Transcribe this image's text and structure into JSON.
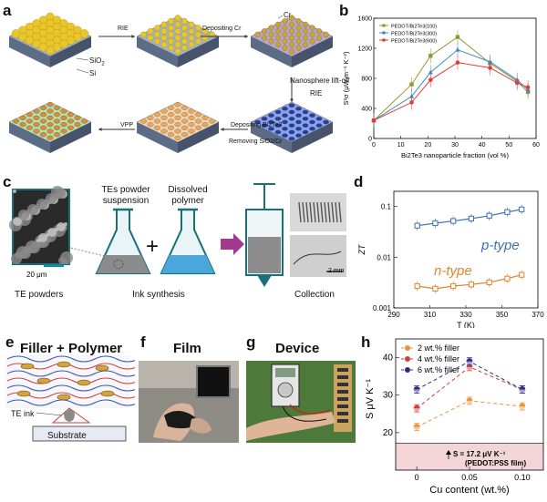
{
  "panel_letters": [
    "a",
    "b",
    "c",
    "d",
    "e",
    "f",
    "g",
    "h"
  ],
  "panel_a": {
    "labels": {
      "sio2": "SiO",
      "sio2_sub": "2",
      "si": "Si",
      "cr": "Cr",
      "rie1": "RIE",
      "depositing_cr": "Depositing Cr",
      "lift_off": "Nanosphere lift-off",
      "rie2": "RIE",
      "depositing_bi2te3": "Depositing Bi",
      "bi2te3_tail": "2Te3",
      "removing": "Removing SiO",
      "removing_tail": "2/Cr",
      "vpp": "VPP"
    },
    "colors": {
      "sphere": "#e9c62a",
      "base_top": "#9db2cf",
      "base_side": "#5c6c85",
      "purple": "#b4a8de",
      "lattice": "#8aa4ec",
      "orange": "#e8a862",
      "green": "#b6e3b5"
    }
  },
  "chart_data": [
    {
      "type": "line",
      "id": "b",
      "xlabel": "Bi2Te3 nanoparticle fraction (vol %)",
      "ylabel": "S²σ (μW m⁻¹ K⁻²)",
      "xlim": [
        0,
        60
      ],
      "ylim": [
        0,
        1600
      ],
      "xticks": [
        0,
        10,
        20,
        30,
        40,
        50,
        60
      ],
      "yticks": [
        0,
        400,
        800,
        1200,
        1600
      ],
      "legend_position": "top-left",
      "series": [
        {
          "name": "PEDOT/Bi2Te3(100)",
          "color": "#8a9a2f",
          "x": [
            0,
            14,
            21,
            31,
            43,
            53,
            57
          ],
          "y": [
            240,
            720,
            1100,
            1350,
            1000,
            760,
            620
          ]
        },
        {
          "name": "PEDOT/Bi2Te3(300)",
          "color": "#3d8bc2",
          "x": [
            0,
            14,
            21,
            31,
            43,
            53,
            57
          ],
          "y": [
            240,
            560,
            880,
            1180,
            1020,
            780,
            650
          ]
        },
        {
          "name": "PEDOT/Bi2Te3(600)",
          "color": "#e33b3b",
          "x": [
            0,
            14,
            21,
            31,
            43,
            53,
            57
          ],
          "y": [
            240,
            480,
            780,
            1010,
            940,
            740,
            680
          ]
        }
      ]
    },
    {
      "type": "scatter",
      "id": "d",
      "xlabel": "T (K)",
      "ylabel": "ZT",
      "xlim": [
        290,
        370
      ],
      "ylim": [
        0.001,
        0.2
      ],
      "log_y": true,
      "xticks": [
        290,
        310,
        330,
        350,
        370
      ],
      "yticks": [
        0.001,
        0.01,
        0.1
      ],
      "ytick_labels": [
        "0.001",
        "0.01",
        "0.1"
      ],
      "series": [
        {
          "name": "p-type",
          "color": "#3f6fb0",
          "x": [
            303,
            313,
            323,
            333,
            343,
            353,
            361
          ],
          "y": [
            0.042,
            0.047,
            0.052,
            0.058,
            0.066,
            0.078,
            0.088
          ]
        },
        {
          "name": "n-type",
          "color": "#e0842c",
          "x": [
            303,
            313,
            323,
            333,
            343,
            353,
            361
          ],
          "y": [
            0.0027,
            0.0024,
            0.0027,
            0.0029,
            0.0032,
            0.0038,
            0.0045
          ]
        }
      ]
    },
    {
      "type": "line",
      "id": "h",
      "xlabel": "Cu content (wt.%)",
      "ylabel": "S μV K⁻¹",
      "xlim": [
        -0.02,
        0.12
      ],
      "ylim": [
        10,
        45
      ],
      "xticks": [
        0,
        0.05,
        0.1
      ],
      "xtick_labels": [
        "0",
        "0.05",
        "0.10"
      ],
      "yticks": [
        20,
        30,
        40
      ],
      "legend_position": "top-left",
      "series": [
        {
          "name": "2 wt.% filler",
          "color": "#e8923a",
          "x": [
            0,
            0.05,
            0.1
          ],
          "y": [
            21.5,
            28.5,
            27
          ]
        },
        {
          "name": "4 wt.% filler",
          "color": "#cf3c3c",
          "x": [
            0,
            0.05,
            0.1
          ],
          "y": [
            26.5,
            37.5,
            31.5
          ]
        },
        {
          "name": "6 wt.% filler",
          "color": "#2c2c8a",
          "x": [
            0,
            0.05,
            0.1
          ],
          "y": [
            31.5,
            39,
            31.5
          ]
        }
      ],
      "reference_line": {
        "value": 17.2,
        "label": "S = 17.2 μV K⁻¹",
        "sublabel": "(PEDOT:PSS film)",
        "fill": "#f3d4d7"
      }
    }
  ],
  "panel_c": {
    "scale_bar": "20 μm",
    "labels": [
      "TEs powder suspension",
      "Dissolved polymer"
    ],
    "plus": "+",
    "scale_2mm": "2 mm",
    "captions": {
      "te_powders": "TE powders",
      "ink_synthesis": "Ink synthesis",
      "collection": "Collection"
    }
  },
  "panel_e": {
    "title": "Filler + Polymer",
    "te_ink": "TE ink",
    "substrate": "Substrate"
  },
  "panel_f": {
    "title": "Film"
  },
  "panel_g": {
    "title": "Device"
  }
}
